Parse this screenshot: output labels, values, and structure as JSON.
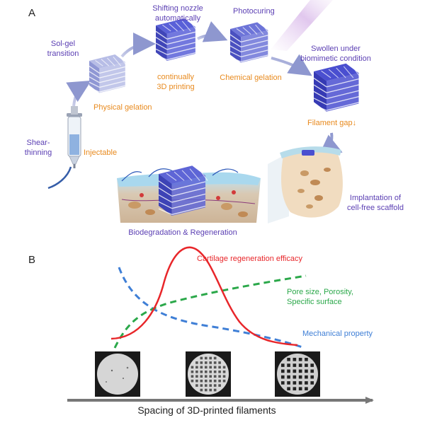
{
  "panel_a": {
    "label": "A",
    "sol_gel": [
      "Sol-gel",
      "transition"
    ],
    "shifting": [
      "Shifting nozzle",
      "automatically"
    ],
    "photocuring": "Photocuring",
    "swollen": [
      "Swollen under",
      "biomimetic condition"
    ],
    "continually": [
      "continually",
      "3D printing"
    ],
    "chemical": "Chemical gelation",
    "physical": "Physical gelation",
    "filament_gap": "Filament gap↓",
    "shear": [
      "Shear-",
      "thinning"
    ],
    "injectable": "Injectable",
    "implantation": [
      "Implantation of",
      "cell-free scaffold"
    ],
    "biodegradation": "Biodegradation & Regeneration"
  },
  "panel_b": {
    "label": "B",
    "x_axis_label": "Spacing of 3D-printed filaments",
    "curves": {
      "cartilage": {
        "label": "Cartilage regeneration efficacy",
        "color": "#e8262a"
      },
      "pore": {
        "label": [
          "Pore size, Porosity,",
          "Specific surface"
        ],
        "color": "#2ba84a"
      },
      "mechanical": {
        "label": "Mechanical property",
        "color": "#3f7fd6"
      }
    }
  },
  "colors": {
    "label_purple": "#5b3fb3",
    "label_orange": "#e88a1e",
    "scaffold_blue": "#4a4fd0"
  }
}
